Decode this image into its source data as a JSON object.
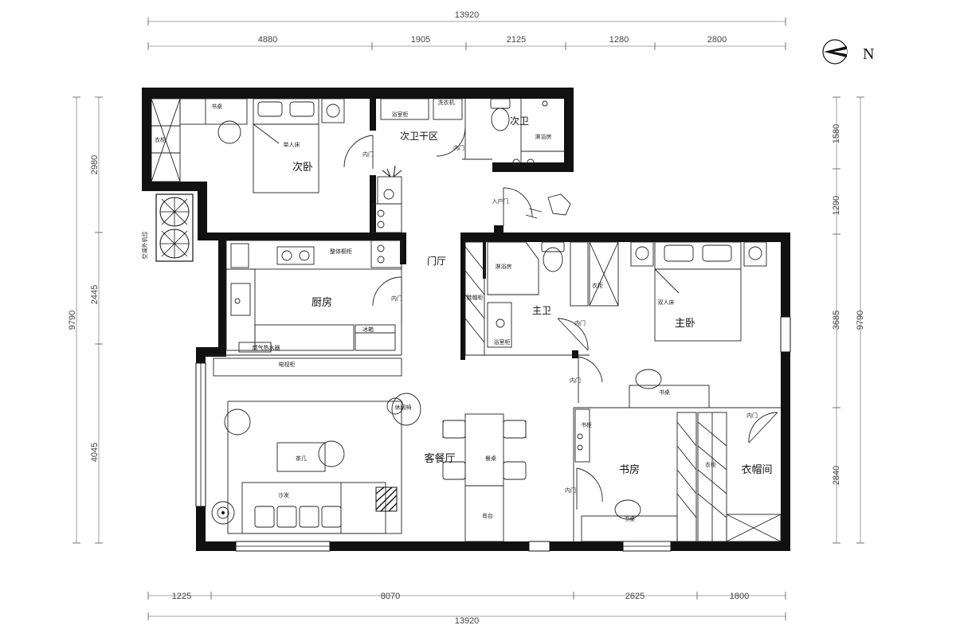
{
  "north": {
    "label": "N",
    "icon": "north-arrow-icon"
  },
  "dimensions": {
    "top_total": "13920",
    "top_segments": [
      "4880",
      "1905",
      "2125",
      "1280",
      "2800"
    ],
    "bottom_total": "13920",
    "bottom_segments": [
      "1225",
      "8070",
      "2625",
      "1800"
    ],
    "left_total": "9790",
    "left_segments": [
      "2980",
      "2445",
      "4045"
    ],
    "right_total": "9790",
    "right_segments": [
      "1580",
      "1290",
      "3685",
      "2840"
    ]
  },
  "rooms": {
    "second_bedroom": "次卧",
    "guest_bath_dry": "次卫干区",
    "guest_bath": "次卫",
    "foyer": "门厅",
    "kitchen": "厨房",
    "master_bath": "主卫",
    "master_bedroom": "主卧",
    "living_dining": "客餐厅",
    "study": "书房",
    "cloakroom": "衣帽间"
  },
  "labels": {
    "desk_top": "书桌",
    "wardrobe_left": "衣柜",
    "single_bed": "单人床",
    "washing_machine": "洗衣机",
    "bath_cabinet_top": "浴室柜",
    "shower_top": "淋浴房",
    "inner_door": "内门",
    "entry_door": "入户门",
    "ac_unit": "空调外机位",
    "integral_cabinet": "整体橱柜",
    "fridge": "冰箱",
    "gas_water_heater": "燃气热水器",
    "tv_cabinet": "电视柜",
    "leisure_chair": "休闲椅",
    "coffee_table": "茶几",
    "sofa": "沙发",
    "dining_table": "餐桌",
    "island": "岛台",
    "shoe_cabinet": "鞋帽柜",
    "shower_master": "淋浴房",
    "bath_cabinet_master": "浴室柜",
    "wardrobe_master": "衣柜",
    "double_bed": "双人床",
    "desk_master": "书桌",
    "bookshelf": "书柜",
    "desk_study": "书桌",
    "clothes_cabinet": "衣柜"
  }
}
